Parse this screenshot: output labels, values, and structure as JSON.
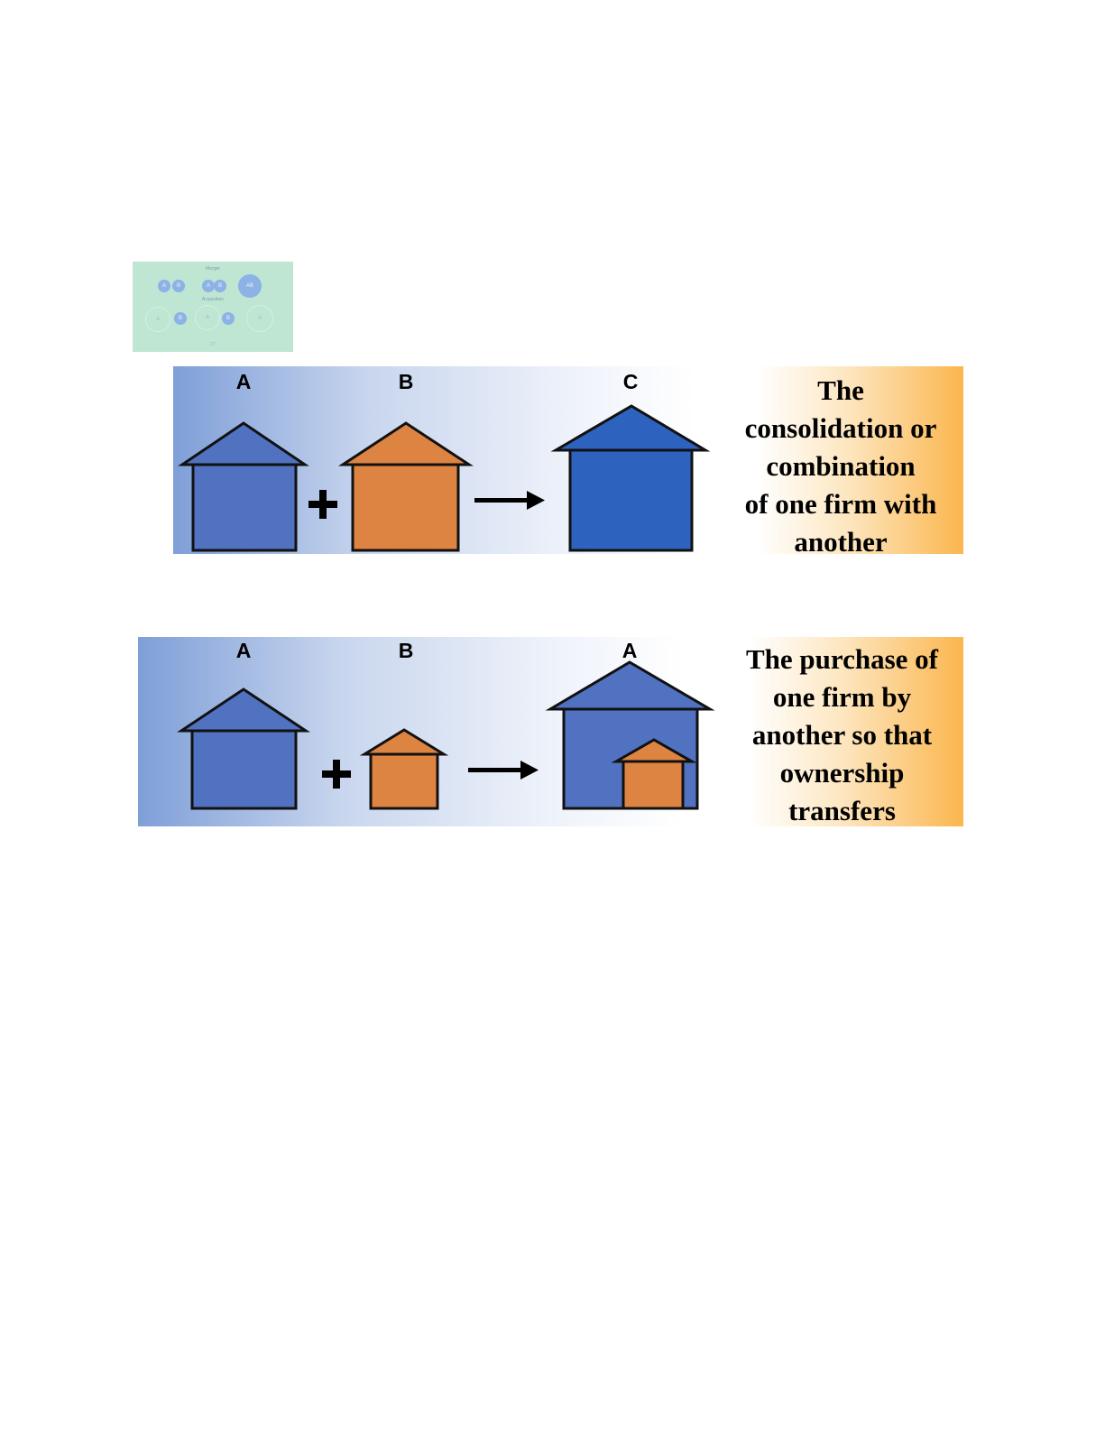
{
  "thumbnail": {
    "title_top": "Merger",
    "title_mid": "Acquisition",
    "page": "27",
    "merger_bubbles": [
      "A",
      "B",
      "A",
      "B",
      "AB"
    ],
    "acquisition_bubbles": [
      "A",
      "B",
      "A",
      "B",
      "A"
    ]
  },
  "merger": {
    "label_left": "A",
    "label_mid": "B",
    "label_result": "C",
    "caption": "The\nconsolidation or\ncombination\nof one firm with\nanother"
  },
  "acquisition": {
    "label_left": "A",
    "label_mid": "B",
    "label_result": "A",
    "caption": "The purchase of\none firm by\nanother so that\nownership\ntransfers"
  },
  "colors": {
    "house_blue": "#5072c0",
    "house_blue_dark": "#2d62be",
    "house_orange": "#de8442",
    "accent_orange": "#fbb64e"
  }
}
